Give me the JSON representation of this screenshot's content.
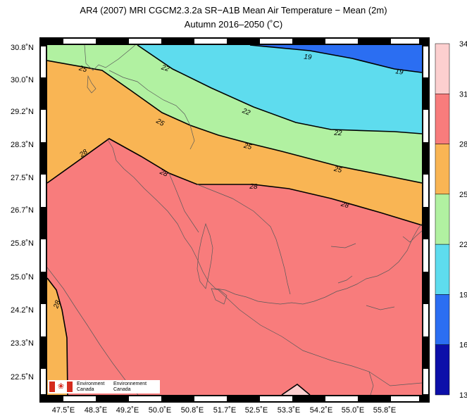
{
  "title": "AR4 (2007) MRI CGCM2.3.2a SR−A1B Mean Air Temperature − Mean (2m)",
  "subtitle": "Autumn 2016–2050 (˚C)",
  "lat_labels": [
    "30.8˚N",
    "30.0˚N",
    "29.2˚N",
    "28.3˚N",
    "27.5˚N",
    "26.7˚N",
    "25.8˚N",
    "25.0˚N",
    "24.2˚N",
    "23.3˚N",
    "22.5˚N"
  ],
  "lon_labels": [
    "47.5˚E",
    "48.3˚E",
    "49.2˚E",
    "50.0˚E",
    "50.8˚E",
    "51.7˚E",
    "52.5˚E",
    "53.3˚E",
    "54.2˚E",
    "55.0˚E",
    "55.8˚E"
  ],
  "contour_labels": [
    {
      "text": "25",
      "role": "west-upper"
    },
    {
      "text": "22",
      "role": "north"
    },
    {
      "text": "19",
      "role": "ne-a"
    },
    {
      "text": "19",
      "role": "ne-b"
    },
    {
      "text": "22",
      "role": "mid-a"
    },
    {
      "text": "22",
      "role": "mid-b"
    },
    {
      "text": "25",
      "role": "mid-c"
    },
    {
      "text": "25",
      "role": "mid-d"
    },
    {
      "text": "25",
      "role": "mid-e"
    },
    {
      "text": "28",
      "role": "west"
    },
    {
      "text": "28",
      "role": "mid-f"
    },
    {
      "text": "28",
      "role": "mid-g"
    },
    {
      "text": "28",
      "role": "east"
    },
    {
      "text": "28",
      "role": "south-west"
    }
  ],
  "colorbar": {
    "levels": [
      "34",
      "31",
      "28",
      "25",
      "22",
      "19",
      "16",
      "13"
    ],
    "colors": [
      "#fccfcf",
      "#f87c7c",
      "#f9b554",
      "#b1f1a1",
      "#5edcee",
      "#2b6ef2",
      "#0c0fa9"
    ]
  },
  "logo": {
    "english": [
      "Environment",
      "Canada"
    ],
    "french": [
      "Environnement",
      "Canada"
    ]
  },
  "colors": {
    "red": "#f87c7c",
    "orange": "#f9b554",
    "green": "#b1f1a1",
    "cyan": "#5edcee",
    "blue": "#2b6ef2",
    "pink": "#fccfcf"
  }
}
